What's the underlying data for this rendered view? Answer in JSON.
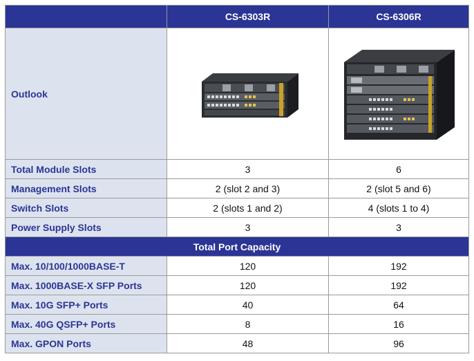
{
  "header": {
    "models": [
      "CS-6303R",
      "CS-6306R"
    ]
  },
  "outlook": {
    "label": "Outlook",
    "images": [
      "chassis-3-slot-image",
      "chassis-6-slot-image"
    ]
  },
  "rows_top": [
    {
      "label": "Total Module Slots",
      "values": [
        "3",
        "6"
      ]
    },
    {
      "label": "Management Slots",
      "values": [
        "2 (slot 2 and 3)",
        "2 (slot 5 and 6)"
      ]
    },
    {
      "label": "Switch Slots",
      "values": [
        "2 (slots 1 and 2)",
        "4 (slots 1 to 4)"
      ]
    },
    {
      "label": "Power Supply Slots",
      "values": [
        "3",
        "3"
      ]
    }
  ],
  "section_title": "Total Port Capacity",
  "rows_bottom": [
    {
      "label": "Max. 10/100/1000BASE-T",
      "values": [
        "120",
        "192"
      ]
    },
    {
      "label": "Max. 1000BASE-X SFP Ports",
      "values": [
        "120",
        "192"
      ]
    },
    {
      "label": "Max. 10G SFP+ Ports",
      "values": [
        "40",
        "64"
      ]
    },
    {
      "label": "Max. 40G QSFP+ Ports",
      "values": [
        "8",
        "16"
      ]
    },
    {
      "label": "Max. GPON Ports",
      "values": [
        "48",
        "96"
      ]
    }
  ],
  "colors": {
    "header_bg": "#2b3595",
    "label_bg": "#dde3ee",
    "label_text": "#2b3595"
  }
}
